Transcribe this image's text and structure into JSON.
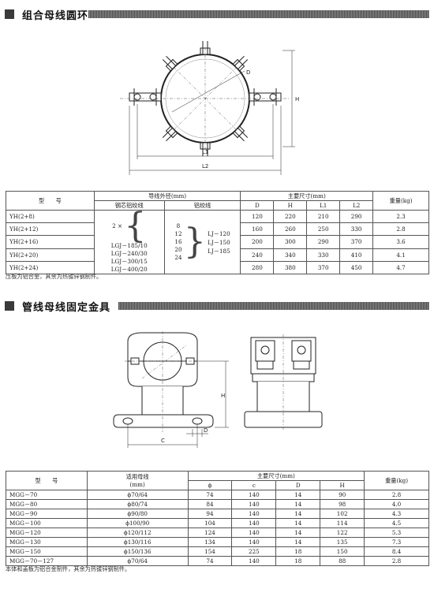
{
  "section1": {
    "title": "组合母线圆环",
    "drawing": {
      "labels": {
        "d": "D",
        "h": "H",
        "l1": "L1",
        "l2": "L2"
      }
    },
    "table": {
      "h_model": "型　　号",
      "h_wire_dia": "导线外径(mm)",
      "h_acsr": "钢芯铝绞线",
      "h_al": "铝绞线",
      "h_main_dim": "主要尺寸(mm)",
      "h_weight": "重量(kg)",
      "h_dims": [
        "D",
        "H",
        "L1",
        "L2"
      ],
      "acsr_prefix": "2 ×",
      "acsr_list": [
        "LGJ－185/10",
        "LGJ－240/30",
        "LGJ－300/15",
        "LGJ－400/20"
      ],
      "al_sizes": [
        "8",
        "12",
        "16",
        "20",
        "24"
      ],
      "al_list": [
        "LJ－120",
        "LJ－150",
        "LJ－185"
      ],
      "rows": [
        {
          "model": "YH(2+8)",
          "d": "120",
          "h": "220",
          "l1": "210",
          "l2": "290",
          "w": "2.3"
        },
        {
          "model": "YH(2+12)",
          "d": "160",
          "h": "260",
          "l1": "250",
          "l2": "330",
          "w": "2.8"
        },
        {
          "model": "YH(2+16)",
          "d": "200",
          "h": "300",
          "l1": "290",
          "l2": "370",
          "w": "3.6"
        },
        {
          "model": "YH(2+20)",
          "d": "240",
          "h": "340",
          "l1": "330",
          "l2": "410",
          "w": "4.1"
        },
        {
          "model": "YH(2+24)",
          "d": "280",
          "h": "380",
          "l1": "370",
          "l2": "450",
          "w": "4.7"
        }
      ]
    },
    "note": "压板为铝合金，其余为热镀锌钢制件。"
  },
  "section2": {
    "title": "管线母线固定金具",
    "drawing": {
      "labels": {
        "h": "H",
        "c": "C",
        "d": "D"
      }
    },
    "table": {
      "h_model": "型　　号",
      "h_busbar": "适用母线",
      "h_busbar_unit": "(mm)",
      "h_main_dim": "主要尺寸(mm)",
      "h_weight": "重量(kg)",
      "h_dims": [
        "ϕ",
        "c",
        "D",
        "H"
      ],
      "rows": [
        {
          "model": "MGG－70",
          "bus": "ϕ70/64",
          "phi": "74",
          "c": "140",
          "d": "14",
          "h": "90",
          "w": "2.8"
        },
        {
          "model": "MGG－80",
          "bus": "ϕ80/74",
          "phi": "84",
          "c": "140",
          "d": "14",
          "h": "98",
          "w": "4.0"
        },
        {
          "model": "MGG－90",
          "bus": "ϕ90/80",
          "phi": "94",
          "c": "140",
          "d": "14",
          "h": "102",
          "w": "4.3"
        },
        {
          "model": "MGG－100",
          "bus": "ϕ100/90",
          "phi": "104",
          "c": "140",
          "d": "14",
          "h": "114",
          "w": "4.5"
        },
        {
          "model": "MGG－120",
          "bus": "ϕ120/112",
          "phi": "124",
          "c": "140",
          "d": "14",
          "h": "122",
          "w": "5.3"
        },
        {
          "model": "MGG－130",
          "bus": "ϕ130/116",
          "phi": "134",
          "c": "140",
          "d": "14",
          "h": "135",
          "w": "7.3"
        },
        {
          "model": "MGG－150",
          "bus": "ϕ150/136",
          "phi": "154",
          "c": "225",
          "d": "18",
          "h": "150",
          "w": "8.4"
        },
        {
          "model": "MGG－70－127",
          "bus": "ϕ70/64",
          "phi": "74",
          "c": "140",
          "d": "18",
          "h": "88",
          "w": "2.8"
        }
      ]
    },
    "note": "本体和盖板为铝合金制件，其余为热镀锌钢制件。"
  }
}
